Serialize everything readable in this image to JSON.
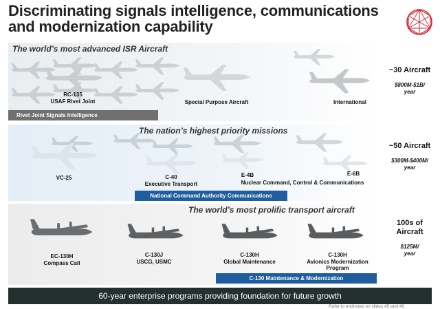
{
  "title_line1": "Discriminating signals intelligence, communications",
  "title_line2": "and modernization capability",
  "sections": [
    {
      "header": "The world’s most advanced ISR Aircraft",
      "aircraft": [
        {
          "line1": "RC-135",
          "line2": "USAF Rivet Joint"
        },
        {
          "line1": "Special Purpose Aircraft"
        },
        {
          "line1": "International"
        }
      ],
      "program": "Rivet Joint Signals Intelligence",
      "count": "~30 Aircraft",
      "cost_line1": "$800M-$1B/",
      "cost_line2": "year"
    },
    {
      "header": "The nation’s highest priority missions",
      "aircraft": [
        {
          "line1": "VC-25"
        },
        {
          "line1": "C-40",
          "line2": "Executive Transport"
        },
        {
          "line1": "E-4B"
        },
        {
          "line1": "E-6B"
        }
      ],
      "group_label": "Nuclear  Command, Control & Communications",
      "program": "National Command Authority Communications",
      "count": "~50 Aircraft",
      "cost_line1": "$300M-$400M/",
      "cost_line2": "year"
    },
    {
      "header": "The world’s most prolific transport aircraft",
      "aircraft": [
        {
          "line1": "EC-130H",
          "line2": "Compass Call"
        },
        {
          "line1": "C-130J",
          "line2": "USCG, USMC"
        },
        {
          "line1": "C-130H",
          "line2": "Global Maintenance"
        },
        {
          "line1": "C-130H",
          "line2": "Avionics Modernization",
          "line3": "Program"
        }
      ],
      "program": "C-130 Maintenance & Modernization",
      "count_line1": "100s of",
      "count_line2": "Aircraft",
      "cost_line1": "$125M/",
      "cost_line2": "year"
    }
  ],
  "footer": "60-year enterprise programs providing foundation for future growth",
  "endnote": "Refer to endnotes on slides 45 and 46",
  "colors": {
    "blue_tag": "#1f5d9e",
    "gray_tag": "#707070",
    "footer_bg": "#23302e",
    "logo_red": "#d9232e"
  }
}
